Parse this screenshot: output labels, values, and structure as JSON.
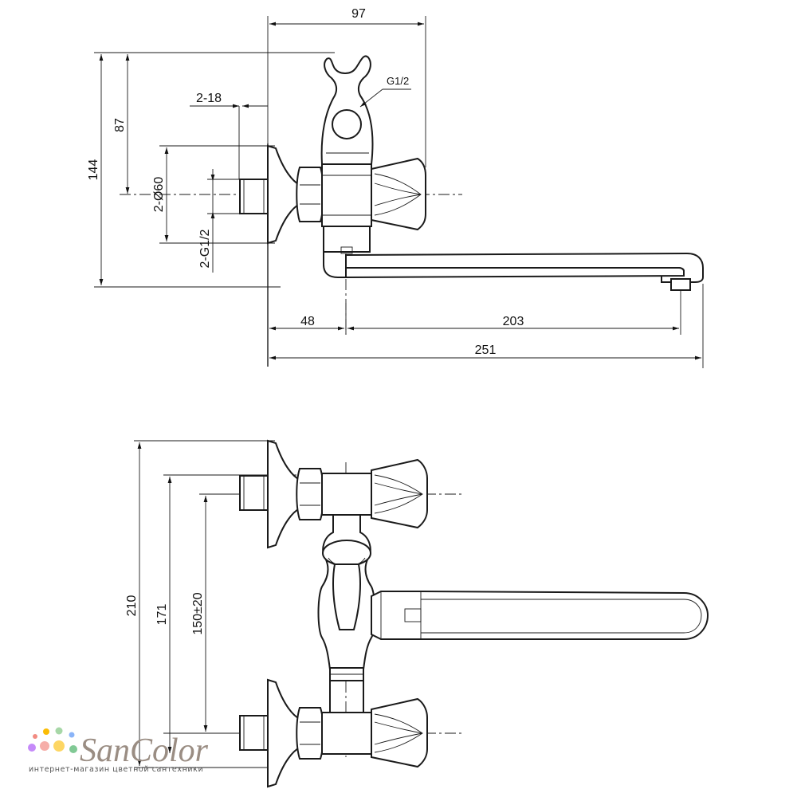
{
  "top_view": {
    "dims": {
      "width_97": "97",
      "thread_g12": "G1/2",
      "height_87": "87",
      "height_144": "144",
      "len_2_18": "2-18",
      "dia_2_60": "2-Ø60",
      "thread_2_g12": "2-G1/2",
      "len_48": "48",
      "len_203": "203",
      "len_251": "251"
    }
  },
  "bottom_view": {
    "dims": {
      "h_210": "210",
      "h_171": "171",
      "h_150": "150±20"
    }
  },
  "watermark": {
    "brand": "SanColor",
    "tagline": "интернет-магазин цветной сантехники",
    "dot_colors": [
      "#f28b82",
      "#fbbc04",
      "#a7d7a7",
      "#8ab4f8",
      "#c58af9",
      "#f6aea9",
      "#fdd663",
      "#81c995"
    ]
  }
}
